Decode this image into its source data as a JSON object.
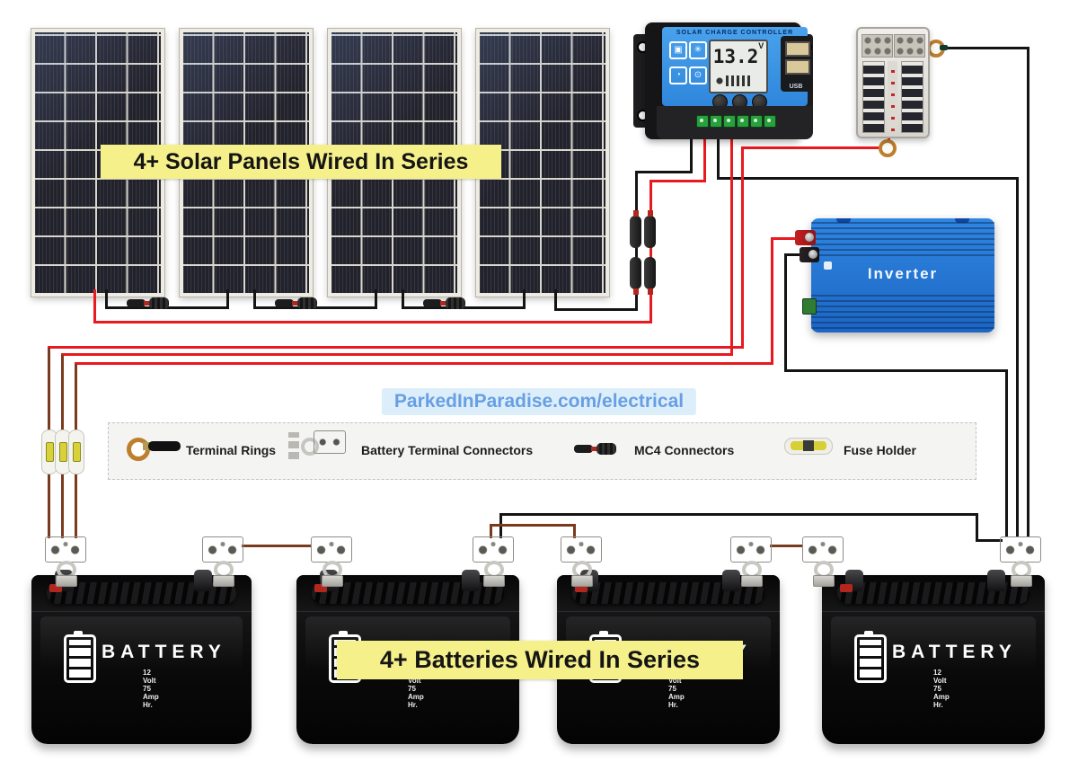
{
  "diagram": {
    "watermark": "ParkedInParadise.com/electrical",
    "solar_banner": "4+ Solar Panels Wired In Series",
    "battery_banner": "4+ Batteries Wired In Series"
  },
  "controller": {
    "title": "SOLAR CHARGE CONTROLLER",
    "lcd_value": "13.2",
    "lcd_unit": "V",
    "usb_label": "USB"
  },
  "inverter": {
    "label": "Inverter"
  },
  "battery": {
    "name": "BATTERY",
    "spec": "12 Volt 75 Amp Hr."
  },
  "legend": {
    "items": [
      {
        "label": "Terminal Rings"
      },
      {
        "label": "Battery Terminal Connectors"
      },
      {
        "label": "MC4 Connectors"
      },
      {
        "label": "Fuse Holder"
      }
    ]
  },
  "icons": {
    "mcu": "▣",
    "settings": "✳",
    "timer": "◔",
    "lock": "⊙"
  },
  "colors": {
    "wire_red": "#e8191f",
    "wire_black": "#141414",
    "wire_brown": "#7a3a1e",
    "banner_yellow": "#f5f08a",
    "inverter_blue": "#2176d2",
    "controller_blue": "#3d97e4",
    "watermark_blue": "#689fe3"
  }
}
